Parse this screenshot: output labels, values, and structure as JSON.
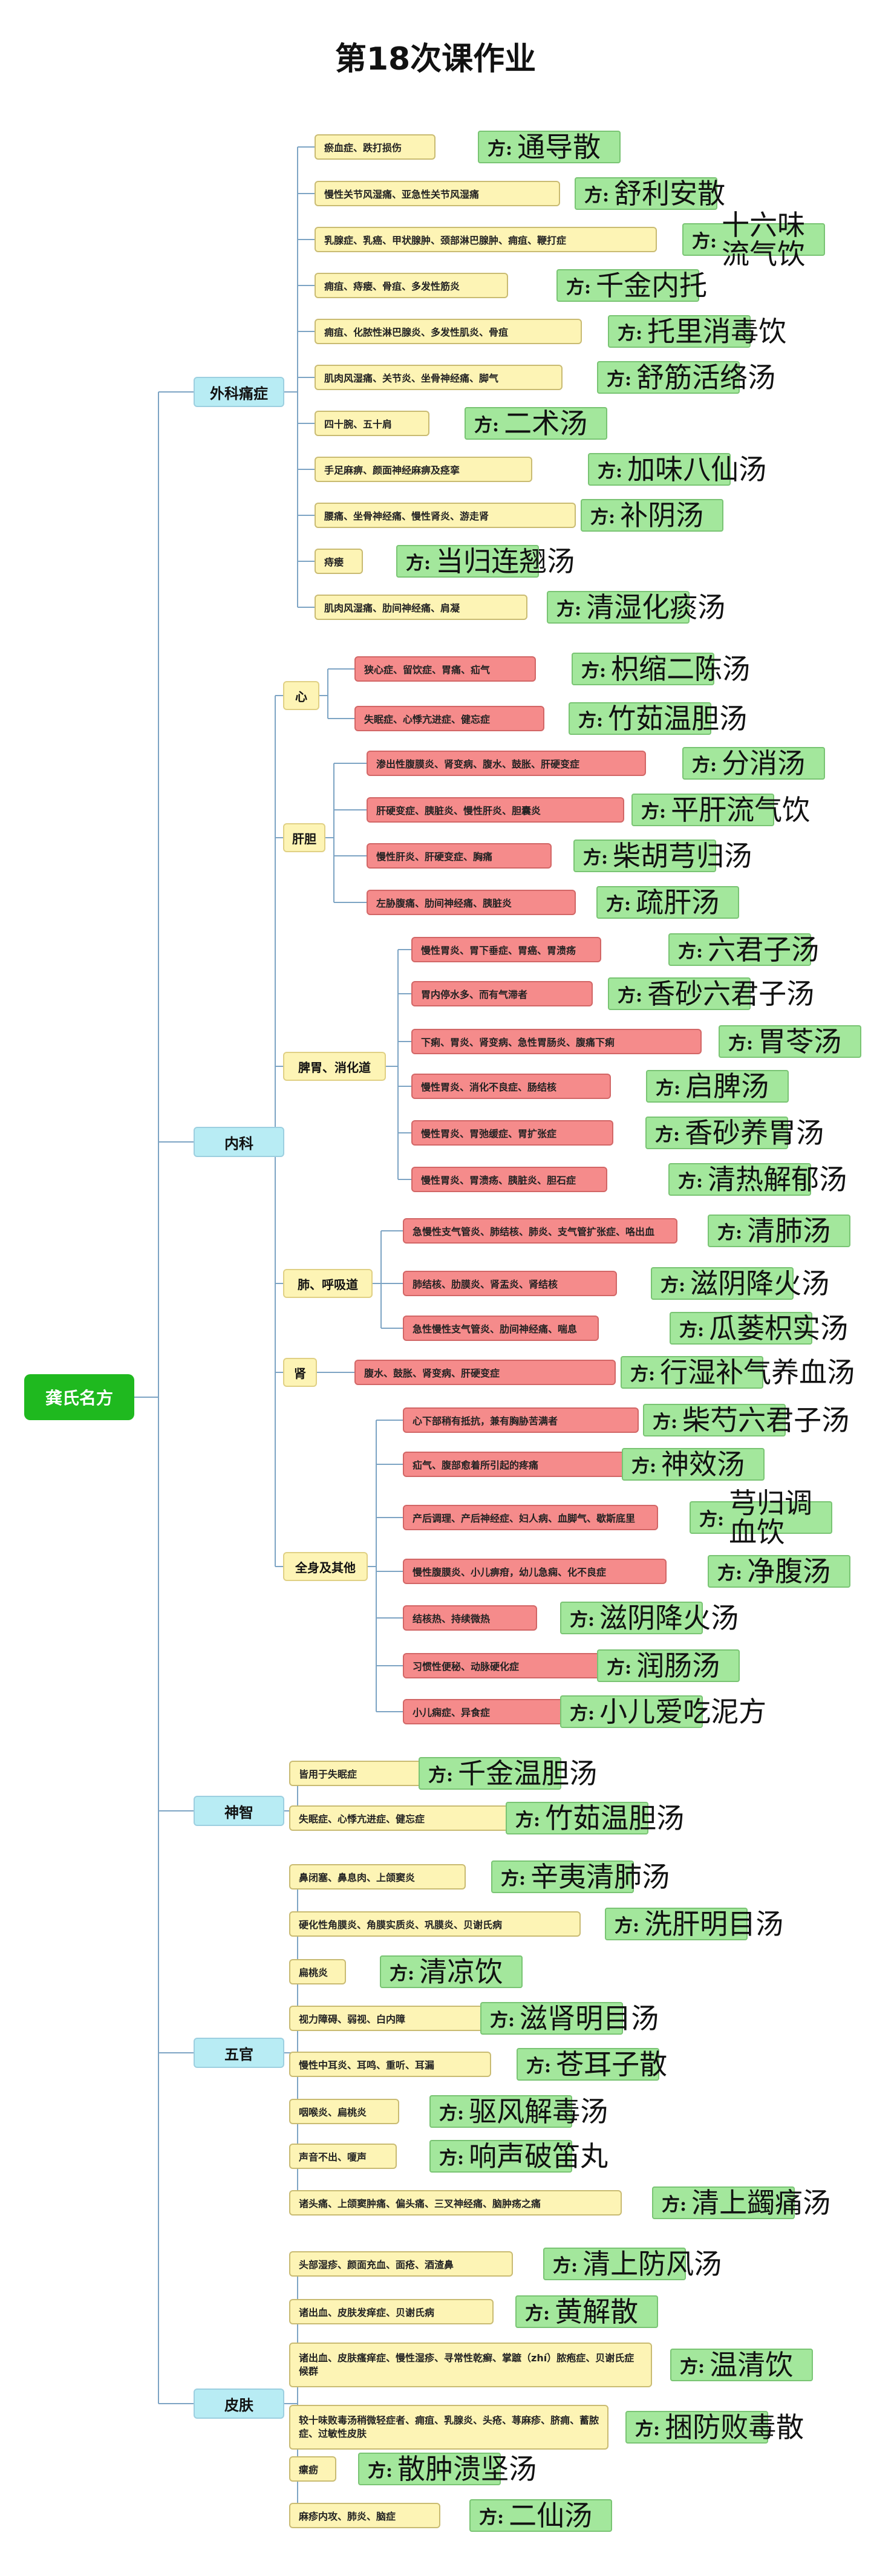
{
  "title": "第18次课作业",
  "root": "龚氏名方",
  "prefix": "方:",
  "colors": {
    "root": "#1fb91f",
    "category": "#b8ecf4",
    "symptom": "#fdf4b5",
    "symptom_red": "#f58b8b",
    "formula": "#a3e79c",
    "line": "#7da4c4"
  },
  "categories": [
    {
      "name": "外科痛症",
      "items": [
        {
          "symptom": "瘀血症、跌打损伤",
          "formula": "通导散"
        },
        {
          "symptom": "慢性关节风湿痛、亚急性关节风湿痛",
          "formula": "舒利安散"
        },
        {
          "symptom": "乳腺症、乳癌、甲状腺肿、颈部淋巴腺肿、痈疽、鞭打症",
          "formula": "十六味流气饮"
        },
        {
          "symptom": "痈疽、痔瘘、骨疽、多发性筋炎",
          "formula": "千金内托"
        },
        {
          "symptom": "痈疽、化脓性淋巴腺炎、多发性肌炎、骨疽",
          "formula": "托里消毒饮"
        },
        {
          "symptom": "肌肉风湿痛、关节炎、坐骨神经痛、脚气",
          "formula": "舒筋活络汤"
        },
        {
          "symptom": "四十腕、五十肩",
          "formula": "二术汤"
        },
        {
          "symptom": "手足麻痹、颜面神经麻痹及痉挛",
          "formula": "加味八仙汤"
        },
        {
          "symptom": "腰痛、坐骨神经痛、慢性肾炎、游走肾",
          "formula": "补阴汤"
        },
        {
          "symptom": "痔瘘",
          "formula": "当归连翘汤"
        },
        {
          "symptom": "肌肉风湿痛、肋间神经痛、肩凝",
          "formula": "清湿化痰汤"
        }
      ]
    },
    {
      "name": "内科",
      "groups": [
        {
          "name": "心",
          "items": [
            {
              "symptom": "狭心症、留饮症、胃痛、疝气",
              "formula": "枳缩二陈汤"
            },
            {
              "symptom": "失眠症、心悸亢进症、健忘症",
              "formula": "竹茹温胆汤"
            }
          ]
        },
        {
          "name": "肝胆",
          "items": [
            {
              "symptom": "渗出性腹膜炎、肾变病、腹水、鼓胀、肝硬变症",
              "formula": "分消汤"
            },
            {
              "symptom": "肝硬变症、胰脏炎、慢性肝炎、胆囊炎",
              "formula": "平肝流气饮"
            },
            {
              "symptom": "慢性肝炎、肝硬变症、胸痛",
              "formula": "柴胡芎归汤"
            },
            {
              "symptom": "左胁腹痛、肋间神经痛、胰脏炎",
              "formula": "疏肝汤"
            }
          ]
        },
        {
          "name": "脾胃、消化道",
          "items": [
            {
              "symptom": "慢性胃炎、胃下垂症、胃癌、胃溃疡",
              "formula": "六君子汤"
            },
            {
              "symptom": "胃内停水多、而有气滞者",
              "formula": "香砂六君子汤"
            },
            {
              "symptom": "下痢、胃炎、肾变病、急性胃肠炎、腹痛下痢",
              "formula": "胃苓汤"
            },
            {
              "symptom": "慢性胃炎、消化不良症、肠结核",
              "formula": "启脾汤"
            },
            {
              "symptom": "慢性胃炎、胃弛缓症、胃扩张症",
              "formula": "香砂养胃汤"
            },
            {
              "symptom": "慢性胃炎、胃溃疡、胰脏炎、胆石症",
              "formula": "清热解郁汤"
            }
          ]
        },
        {
          "name": "肺、呼吸道",
          "items": [
            {
              "symptom": "急慢性支气管炎、肺结核、肺炎、支气管扩张症、咯出血",
              "formula": "清肺汤"
            },
            {
              "symptom": "肺结核、肋膜炎、肾盂炎、肾结核",
              "formula": "滋阴降火汤"
            },
            {
              "symptom": "急性慢性支气管炎、肋间神经痛、喘息",
              "formula": "瓜蒌枳实汤"
            }
          ]
        },
        {
          "name": "肾",
          "items": [
            {
              "symptom": "腹水、鼓胀、肾变病、肝硬变症",
              "formula": "行湿补气养血汤"
            }
          ]
        },
        {
          "name": "全身及其他",
          "items": [
            {
              "symptom": "心下部稍有抵抗，兼有胸胁苦满者",
              "formula": "柴芍六君子汤"
            },
            {
              "symptom": "疝气、腹部愈着所引起的疼痛",
              "formula": "神效汤"
            },
            {
              "symptom": "产后调理、产后神经症、妇人病、血脚气、歇斯底里",
              "formula": "芎归调血饮"
            },
            {
              "symptom": "慢性腹膜炎、小儿痹疳，幼儿急痫、化不良症",
              "formula": "净腹汤"
            },
            {
              "symptom": "结核热、持续微热",
              "formula": "滋阴降火汤"
            },
            {
              "symptom": "习惯性便秘、动脉硬化症",
              "formula": "润肠汤"
            },
            {
              "symptom": "小儿痫症、异食症",
              "formula": "小儿爱吃泥方"
            }
          ]
        }
      ]
    },
    {
      "name": "神智",
      "items": [
        {
          "symptom": "皆用于失眠症",
          "formula": "千金温胆汤"
        },
        {
          "symptom": "失眠症、心悸亢进症、健忘症",
          "formula": "竹茹温胆汤"
        }
      ]
    },
    {
      "name": "五官",
      "items": [
        {
          "symptom": "鼻闭塞、鼻息肉、上颌窦炎",
          "formula": "辛夷清肺汤"
        },
        {
          "symptom": "硬化性角膜炎、角膜实质炎、巩膜炎、贝谢氏病",
          "formula": "洗肝明目汤"
        },
        {
          "symptom": "扁桃炎",
          "formula": "清凉饮"
        },
        {
          "symptom": "视力障碍、弱视、白内障",
          "formula": "滋肾明目汤"
        },
        {
          "symptom": "慢性中耳炎、耳鸣、重听、耳漏",
          "formula": "苍耳子散"
        },
        {
          "symptom": "咽喉炎、扁桃炎",
          "formula": "驱风解毒汤"
        },
        {
          "symptom": "声音不出、嗄声",
          "formula": "响声破笛丸"
        },
        {
          "symptom": "诸头痛、上颌窦肿痛、偏头痛、三叉神经痛、脑肿疡之痛",
          "formula": "清上蠲痛汤"
        }
      ]
    },
    {
      "name": "皮肤",
      "items": [
        {
          "symptom": "头部湿疹、颜面充血、面疮、酒渣鼻",
          "formula": "清上防风汤"
        },
        {
          "symptom": "诸出血、皮肤发痒症、贝谢氏病",
          "formula": "黄解散"
        },
        {
          "symptom": "诸出血、皮肤瘙痒症、慢性湿疹、寻常性乾癣、掌蹠（zhí）脓疱症、贝谢氏症候群",
          "formula": "温清饮"
        },
        {
          "symptom": "较十味败毒汤稍微轻症者、痈疽、乳腺炎、头疮、荨麻疹、脐痈、蓄脓症、过敏性皮肤",
          "formula": "捆防败毒散"
        },
        {
          "symptom": "瘰疬",
          "formula": "散肿溃坚汤"
        },
        {
          "symptom": "麻疹内攻、肺炎、脑症",
          "formula": "二仙汤"
        }
      ]
    }
  ]
}
